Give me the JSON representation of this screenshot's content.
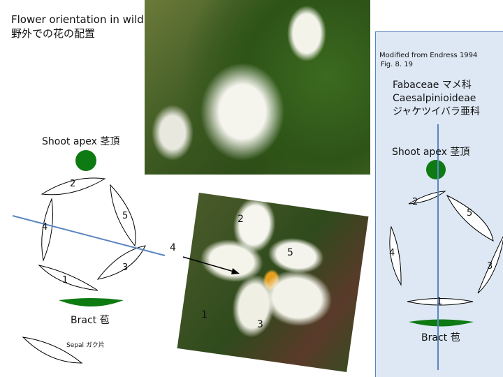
{
  "title": {
    "line1": "Flower orientation in wild",
    "line2": "野外での花の配置"
  },
  "left_diagram": {
    "shoot_apex": "Shoot apex  茎頂",
    "bract": "Bract 苞",
    "sepal": "Sepal ガク片",
    "petals": [
      "1",
      "2",
      "3",
      "4",
      "5"
    ]
  },
  "photo_labels": {
    "arrow_label": "4",
    "p2": "2",
    "p5": "5",
    "p1": "1",
    "p3": "3"
  },
  "right_panel": {
    "source_line1": "Modified from Endress 1994",
    "source_line2": "Fig. 8. 19",
    "family": "Fabaceae マメ科",
    "subfamily": "Caesalpinioideae",
    "subfamily_jp": "ジャケツイバラ亜科",
    "shoot_apex": "Shoot apex  茎頂",
    "bract": "Bract 苞",
    "petals": [
      "1",
      "2",
      "3",
      "4",
      "5"
    ]
  },
  "colors": {
    "green": "#0e7a12",
    "axis_line": "#5b85c0",
    "panel_bg": "#dde8f4"
  }
}
